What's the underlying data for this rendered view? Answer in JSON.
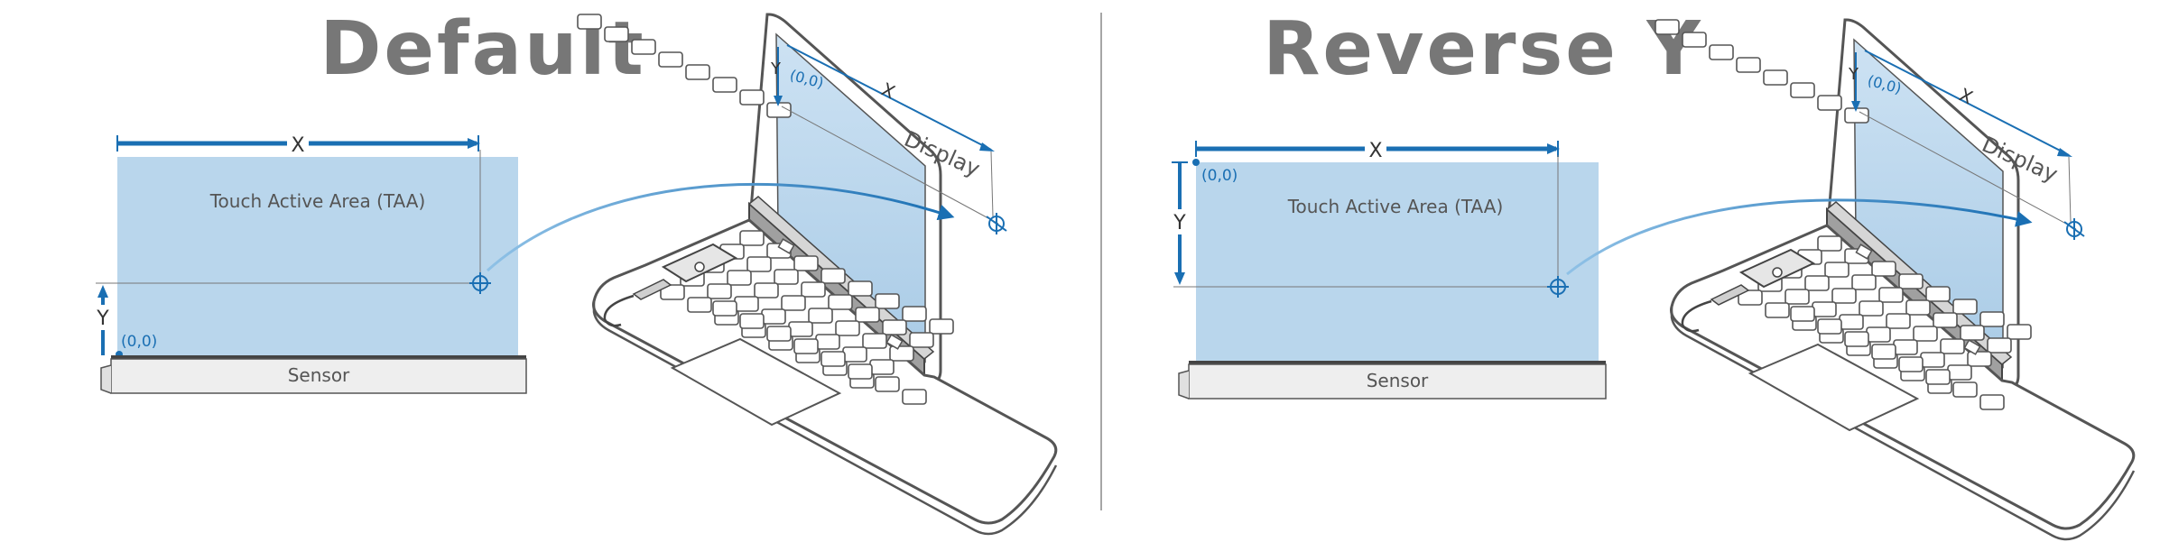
{
  "colors": {
    "taa_fill": "#b9d6ec",
    "accent_blue": "#1a6fb3",
    "outline_gray": "#555555",
    "sensor_fill": "#eeeeee",
    "title_gray": "#777777"
  },
  "left_panel": {
    "title": "Default",
    "taa_label": "Touch Active Area (TAA)",
    "sensor_label": "Sensor",
    "axis_x": "X",
    "axis_y": "Y",
    "origin_label": "(0,0)",
    "display_label": "Display",
    "display_axis_x": "X",
    "display_axis_y": "Y",
    "display_origin_label": "(0,0)"
  },
  "right_panel": {
    "title": "Reverse Y",
    "taa_label": "Touch Active Area (TAA)",
    "sensor_label": "Sensor",
    "axis_x": "X",
    "axis_y": "Y",
    "origin_label": "(0,0)",
    "display_label": "Display",
    "display_axis_x": "X",
    "display_axis_y": "Y",
    "display_origin_label": "(0,0)"
  }
}
